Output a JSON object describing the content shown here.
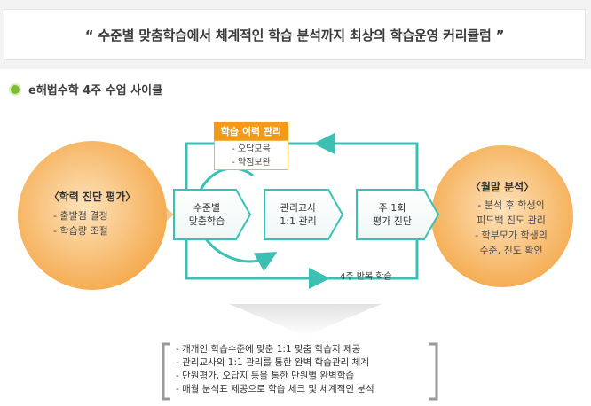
{
  "header": {
    "quote": "“ 수준별 맞춤학습에서 체계적인 학습 분석까지 최상의 학습운영 커리큘럼 ”"
  },
  "section": {
    "title": "e해법수학 4주 수업 사이클"
  },
  "left_circle": {
    "title": "〈학력 진단 평가〉",
    "items": [
      "- 출발점 결정",
      "- 학습량 조절"
    ]
  },
  "right_circle": {
    "title": "〈월말 분석〉",
    "items": [
      "- 분석 후 학생의",
      "피드백 진도 관리",
      "- 학부모가 학생의",
      "수준, 진도 확인"
    ]
  },
  "history": {
    "header": "학습 이력 관리",
    "items": [
      "- 오답모음",
      "- 약점보완"
    ]
  },
  "steps": [
    {
      "line1": "수준별",
      "line2": "맞춤학습"
    },
    {
      "line1": "관리교사",
      "line2": "1:1 관리"
    },
    {
      "line1": "주 1회",
      "line2": "평가 진단"
    }
  ],
  "loop_label": "4주 반복 학습",
  "summary": [
    "- 개개인 학습수준에 맞춘 1:1 맞춤 학습지 제공",
    "- 관리교사의 1:1 관리를 통한 완벽 학습관리 체계",
    "- 단원평가, 오답지 등을 통한 단원별 완벽학습",
    "- 매월 분석표 제공으로 학습 체크 및 체계적인 분석"
  ],
  "colors": {
    "teal": "#3cc0b4",
    "orange": "#f39b16",
    "green": "#7cbc2f",
    "peach": "#f7b567"
  }
}
